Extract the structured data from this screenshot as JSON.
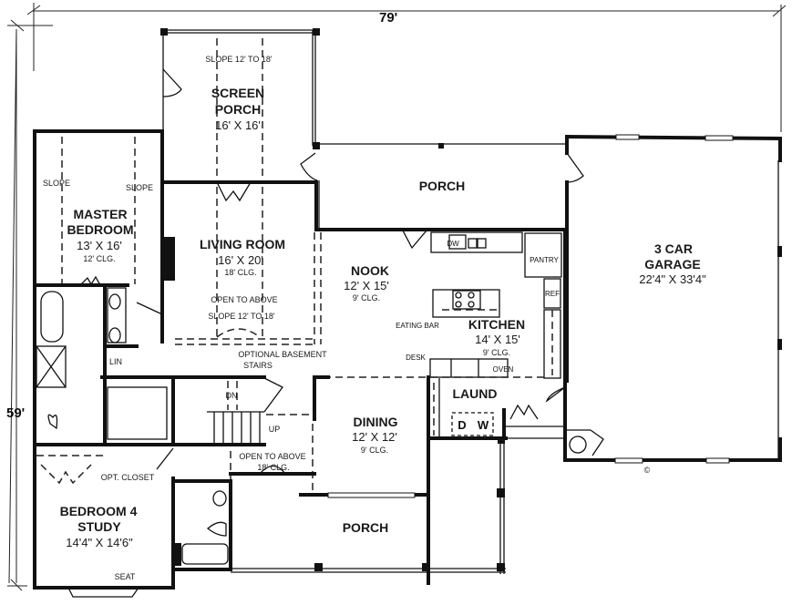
{
  "dimensions": {
    "width_label": "79'",
    "depth_label": "59'"
  },
  "rooms": {
    "screen_porch": {
      "name_line1": "SCREEN",
      "name_line2": "PORCH",
      "size": "16' X 16'",
      "note": "SLOPE 12' TO 18'"
    },
    "rear_porch": {
      "name": "PORCH"
    },
    "master_bedroom": {
      "name_line1": "MASTER",
      "name_line2": "BEDROOM",
      "size": "13' X 16'",
      "ceiling": "12' CLG.",
      "slope_left": "SLOPE",
      "slope_right": "SLOPE"
    },
    "living_room": {
      "name": "LIVING ROOM",
      "size": "16' X 20'",
      "ceiling": "18' CLG.",
      "note_open": "OPEN TO ABOVE",
      "note_slope": "SLOPE 12' TO 18'"
    },
    "nook": {
      "name": "NOOK",
      "size": "12' X 15'",
      "ceiling": "9' CLG."
    },
    "kitchen": {
      "name": "KITCHEN",
      "size": "14' X 15'",
      "ceiling": "9' CLG.",
      "eating_bar": "EATING BAR",
      "desk": "DESK",
      "oven": "OVEN",
      "dishwasher": "DW",
      "pantry": "PANTRY",
      "refrigerator": "REF"
    },
    "garage": {
      "name_line1": "3 CAR",
      "name_line2": "GARAGE",
      "size": "22'4\" X 33'4\""
    },
    "laundry": {
      "name": "LAUND",
      "dryer": "D",
      "washer": "W"
    },
    "dining": {
      "name": "DINING",
      "size": "12' X 12'",
      "ceiling": "9' CLG."
    },
    "stairs": {
      "note_line1": "OPTIONAL BASEMENT",
      "note_line2": "STAIRS",
      "down": "DN",
      "up": "UP"
    },
    "foyer": {
      "note_line1": "OPEN TO ABOVE",
      "note_line2": "18' CLG."
    },
    "linen": {
      "name": "LIN"
    },
    "bedroom4": {
      "name_line1": "BEDROOM 4",
      "name_line2": "STUDY",
      "size": "14'4\" X 14'6\"",
      "closet": "OPT. CLOSET",
      "seat": "SEAT"
    },
    "front_porch": {
      "name": "PORCH"
    }
  },
  "copyright": "©"
}
